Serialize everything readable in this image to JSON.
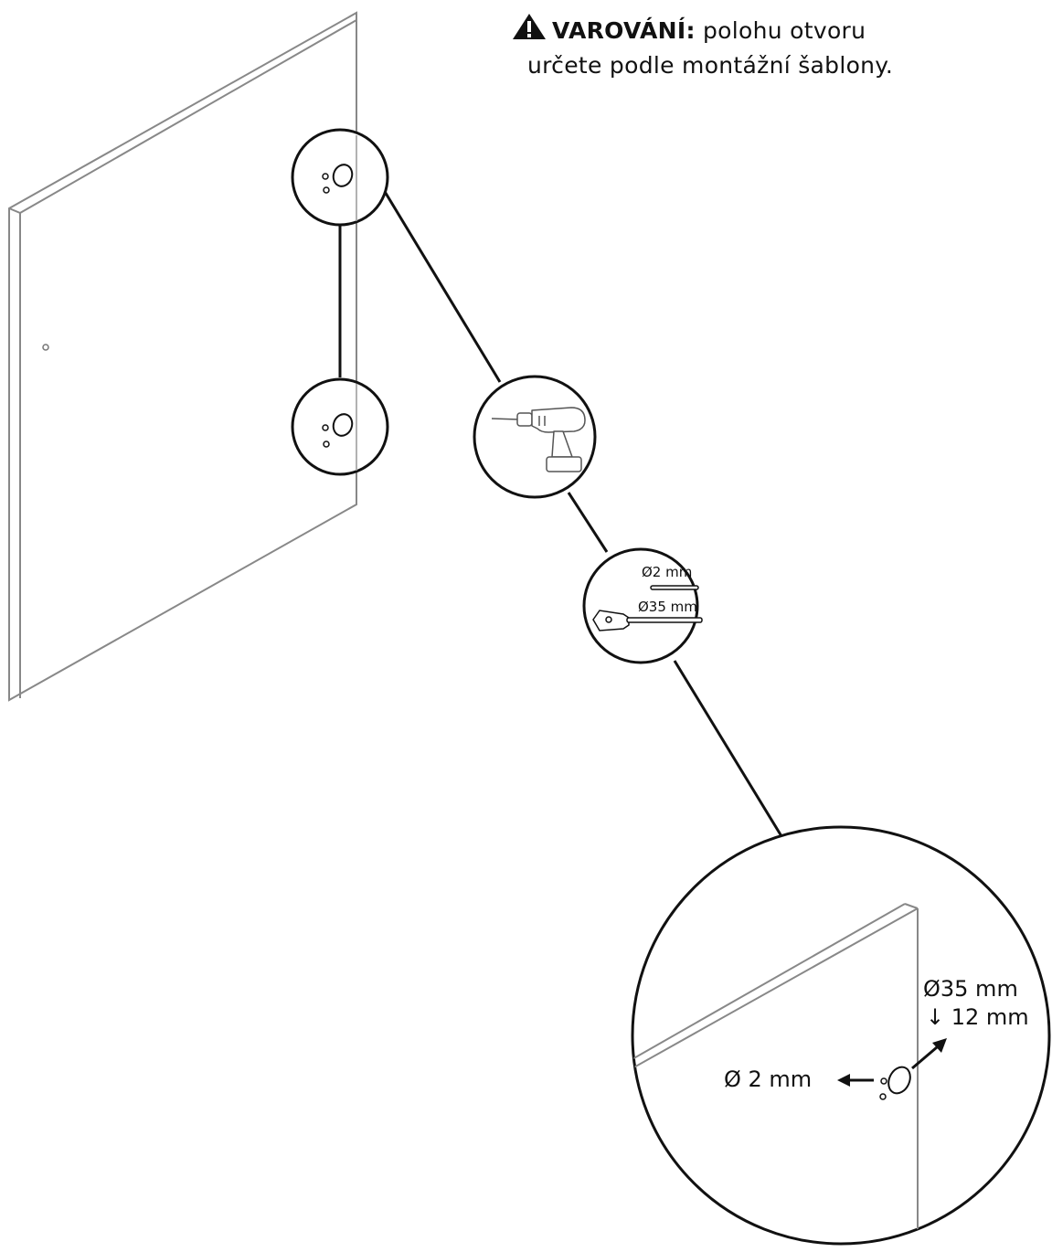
{
  "warning": {
    "icon": "warning-triangle-icon",
    "label": "VAROVÁNÍ:",
    "text_line1": "polohu otvoru",
    "text_line2": "určete podle montážní šablony."
  },
  "drill_bits": {
    "small_bit": "Ø2 mm",
    "large_bit": "Ø35 mm"
  },
  "detail": {
    "hinge_hole_diameter": "Ø35 mm",
    "hinge_hole_depth": "↓ 12 mm",
    "pilot_hole": "Ø 2 mm"
  },
  "icons": [
    "drill-icon",
    "drill-bit-2mm-icon",
    "spade-bit-35mm-icon"
  ],
  "colors": {
    "line": "#111111",
    "panel_edge": "#888888"
  }
}
